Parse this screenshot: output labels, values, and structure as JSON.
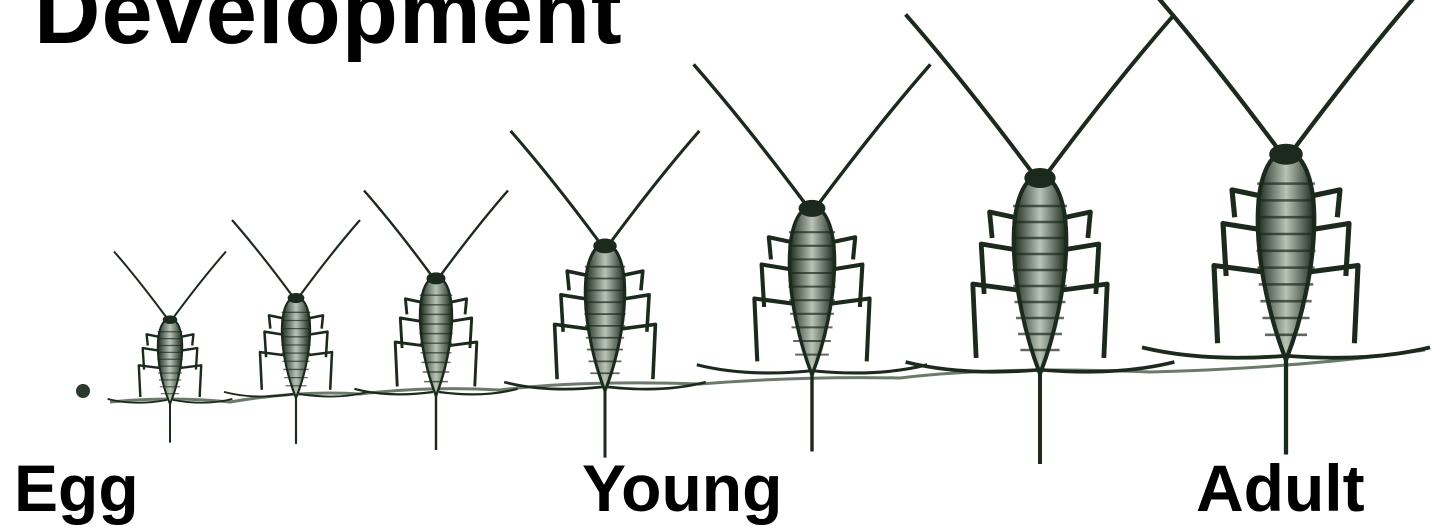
{
  "title": "Development",
  "stages": {
    "egg": "Egg",
    "young": "Young",
    "adult": "Adult"
  },
  "colors": {
    "insect_dark": "#1c2a1e",
    "insect_light": "#b9c4b6",
    "ground": "#4b5a4c",
    "text": "#000000"
  },
  "specimen_count": 7,
  "icons": [
    "egg-icon",
    "silverfish-icon"
  ]
}
